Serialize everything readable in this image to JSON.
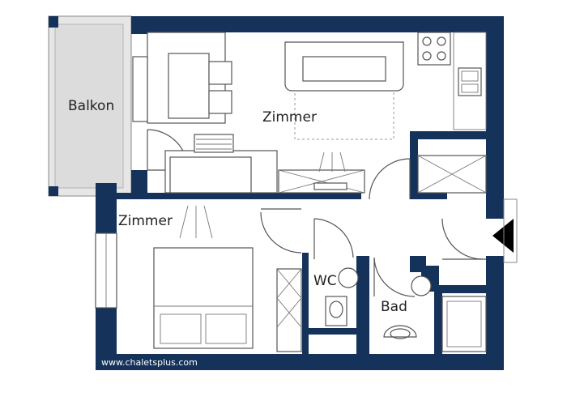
{
  "rooms": {
    "balcony": "Balkon",
    "living": "Zimmer",
    "bedroom": "Zimmer",
    "wc": "WC",
    "bath": "Bad"
  },
  "watermark": "www.chaletsplus.com",
  "colors": {
    "walls": "#14325a",
    "balcony_floor": "#e6e6e6",
    "entrance_arrow": "#000000"
  },
  "icons": [
    "entrance-arrow-icon",
    "stove-icon",
    "sink-icon",
    "toilet-icon",
    "washbasin-icon",
    "shower-icon",
    "bed-icon",
    "sofa-icon",
    "dining-table-icon"
  ]
}
